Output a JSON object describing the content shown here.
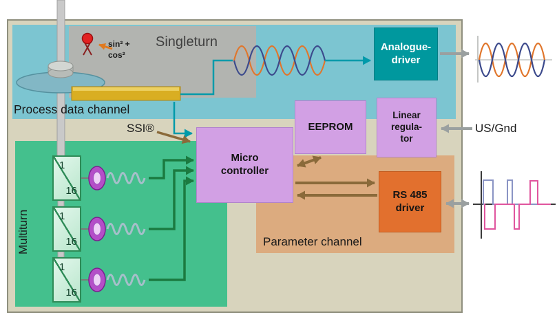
{
  "colors": {
    "beige": "#d8d4bd",
    "outer_border": "#8f8f7e",
    "teal_region": "#7cc5d1",
    "gray_box": "#b2b4b0",
    "green_region": "#44c08d",
    "tan_region": "#dcab7f",
    "teal_dark": "#00989e",
    "purple_box": "#d2a0e4",
    "orange_box": "#e2702e",
    "reducer_border": "#2e8b57",
    "teal_line": "#009aaa",
    "green_arrow": "#1b7a40",
    "brown_arrow": "#8a6a3a",
    "gray_arrow": "#9aa0a0",
    "orange_arrow": "#e07a20",
    "orange_wave": "#e0762c",
    "navy_wave": "#3c4a8c",
    "pink_wave": "#e0559e",
    "blue_wave": "#8a94c4",
    "gold_bar": "#d9ae22",
    "led_red": "#e32222",
    "coil": "#b44fc8",
    "shaft": "#c9c9c9",
    "disc": "#82b7c5"
  },
  "labels": {
    "singleturn": "Singleturn",
    "process_channel": "Process data channel",
    "ssi": "SSI®",
    "multiturn": "Multiturn",
    "parameter_channel": "Parameter channel",
    "us_gnd": "US/Gnd",
    "sin_cos_line1": "sin² +",
    "sin_cos_line2": "cos²"
  },
  "blocks": {
    "analogue_driver": {
      "line1": "Analogue-",
      "line2": "driver"
    },
    "eeprom": {
      "label": "EEPROM"
    },
    "linear_regulator": {
      "line1": "Linear",
      "line2": "regula-",
      "line3": "tor"
    },
    "micro_controller": {
      "line1": "Micro",
      "line2": "controller"
    },
    "rs485_driver": {
      "line1": "RS 485",
      "line2": "driver"
    }
  },
  "multiturn_stages": [
    {
      "numerator": "1",
      "denominator": "16"
    },
    {
      "numerator": "1",
      "denominator": "16"
    },
    {
      "numerator": "1",
      "denominator": "16"
    }
  ]
}
